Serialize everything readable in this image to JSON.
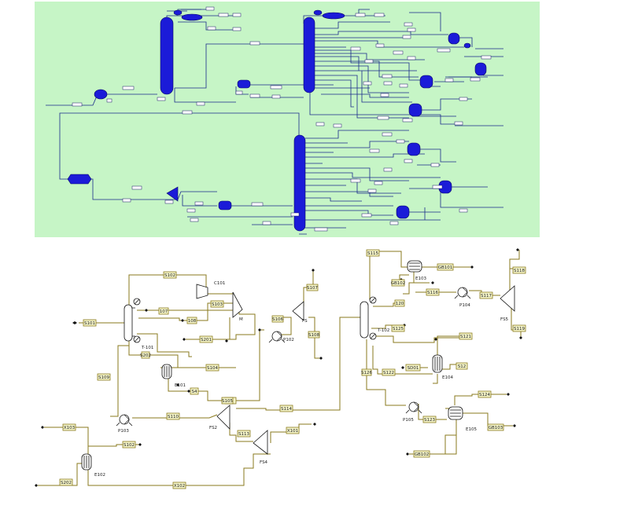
{
  "colors": {
    "top_panel": "#c6f5c6",
    "blue_equipment": "#1b1bd8",
    "stream_line": "#8a7a1e",
    "tag_fill": "#f4f4c8"
  },
  "bottom": {
    "equipment": [
      {
        "id": "t101",
        "label": "T-101"
      },
      {
        "id": "c101",
        "label": "C101"
      },
      {
        "id": "m",
        "label": "M"
      },
      {
        "id": "fs",
        "label": "FS"
      },
      {
        "id": "p102",
        "label": "P102"
      },
      {
        "id": "e101",
        "label": "E101"
      },
      {
        "id": "p103",
        "label": "P103"
      },
      {
        "id": "fs2",
        "label": "FS2"
      },
      {
        "id": "fs4",
        "label": "FS4"
      },
      {
        "id": "e102",
        "label": "E102"
      },
      {
        "id": "t102",
        "label": "T-102"
      },
      {
        "id": "e103",
        "label": "E103"
      },
      {
        "id": "p104",
        "label": "P104"
      },
      {
        "id": "fs5",
        "label": "FS5"
      },
      {
        "id": "e104",
        "label": "E104"
      },
      {
        "id": "p105",
        "label": "P105"
      },
      {
        "id": "e105",
        "label": "E105"
      }
    ],
    "streams": [
      {
        "id": "s101",
        "label": "S101"
      },
      {
        "id": "s102",
        "label": "S102"
      },
      {
        "id": "s103",
        "label": "S103"
      },
      {
        "id": "s107",
        "label": "107"
      },
      {
        "id": "s108",
        "label": "108"
      },
      {
        "id": "s201",
        "label": "S201"
      },
      {
        "id": "s202",
        "label": "S202"
      },
      {
        "id": "s4a",
        "label": "S4"
      },
      {
        "id": "s5",
        "label": "S5"
      },
      {
        "id": "s104",
        "label": "S104"
      },
      {
        "id": "s105",
        "label": "S105"
      },
      {
        "id": "s106",
        "label": "S106"
      },
      {
        "id": "s107b",
        "label": "S107"
      },
      {
        "id": "s108b",
        "label": "S108"
      },
      {
        "id": "s109",
        "label": "S109"
      },
      {
        "id": "s110",
        "label": "S110"
      },
      {
        "id": "s114",
        "label": "S114"
      },
      {
        "id": "s113",
        "label": "S113"
      },
      {
        "id": "x101",
        "label": "X101"
      },
      {
        "id": "x103",
        "label": "X103"
      },
      {
        "id": "s102b",
        "label": "S102"
      },
      {
        "id": "s202b",
        "label": "S202"
      },
      {
        "id": "x102",
        "label": "X102"
      },
      {
        "id": "s115",
        "label": "S115"
      },
      {
        "id": "gb102",
        "label": "GB102"
      },
      {
        "id": "gb101",
        "label": "GB101"
      },
      {
        "id": "s116",
        "label": "S116"
      },
      {
        "id": "s117",
        "label": "S117"
      },
      {
        "id": "s118",
        "label": "S118"
      },
      {
        "id": "s119",
        "label": "S119"
      },
      {
        "id": "s120",
        "label": "120"
      },
      {
        "id": "s125",
        "label": "S125"
      },
      {
        "id": "s121",
        "label": "S121"
      },
      {
        "id": "sd01",
        "label": "SD01"
      },
      {
        "id": "s122",
        "label": "S122"
      },
      {
        "id": "s126",
        "label": "S126"
      },
      {
        "id": "s123",
        "label": "S123"
      },
      {
        "id": "s124",
        "label": "S124"
      },
      {
        "id": "gb103",
        "label": "GB103"
      },
      {
        "id": "gb102b",
        "label": "GB102"
      },
      {
        "id": "s12",
        "label": "S12"
      }
    ]
  },
  "top": {
    "tags": [
      "",
      "",
      "",
      "",
      "",
      "",
      "",
      "",
      "",
      "",
      "",
      "",
      "",
      "",
      "",
      "",
      "",
      "",
      "",
      "",
      "",
      "",
      "",
      "",
      "",
      "",
      "",
      "",
      "",
      "",
      "",
      "",
      "",
      "",
      "",
      "",
      "",
      "",
      "",
      "",
      "",
      "",
      "",
      "",
      "",
      "",
      "",
      "",
      "",
      "",
      "",
      "",
      "",
      "",
      "",
      "",
      "",
      "",
      "",
      "",
      "",
      "",
      "",
      ""
    ]
  }
}
